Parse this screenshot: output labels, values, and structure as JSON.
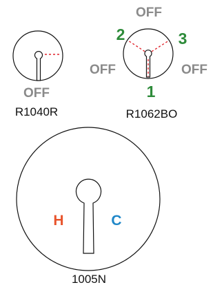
{
  "colors": {
    "outline": "#111111",
    "dashed_line": "#e0242b",
    "off_gray": "#8a8a8a",
    "position_green": "#2e8b3a",
    "hot_red": "#e8542c",
    "cold_blue": "#1f87c8"
  },
  "r1040r": {
    "off_label": "OFF",
    "model_label": "R1040R"
  },
  "r1062bo": {
    "top_off": "OFF",
    "left_off": "OFF",
    "right_off": "OFF",
    "pos_1": "1",
    "pos_2": "2",
    "pos_3": "3",
    "model_label": "R1062BO"
  },
  "n1005": {
    "hot_label": "H",
    "cold_label": "C",
    "model_label": "1005N"
  }
}
